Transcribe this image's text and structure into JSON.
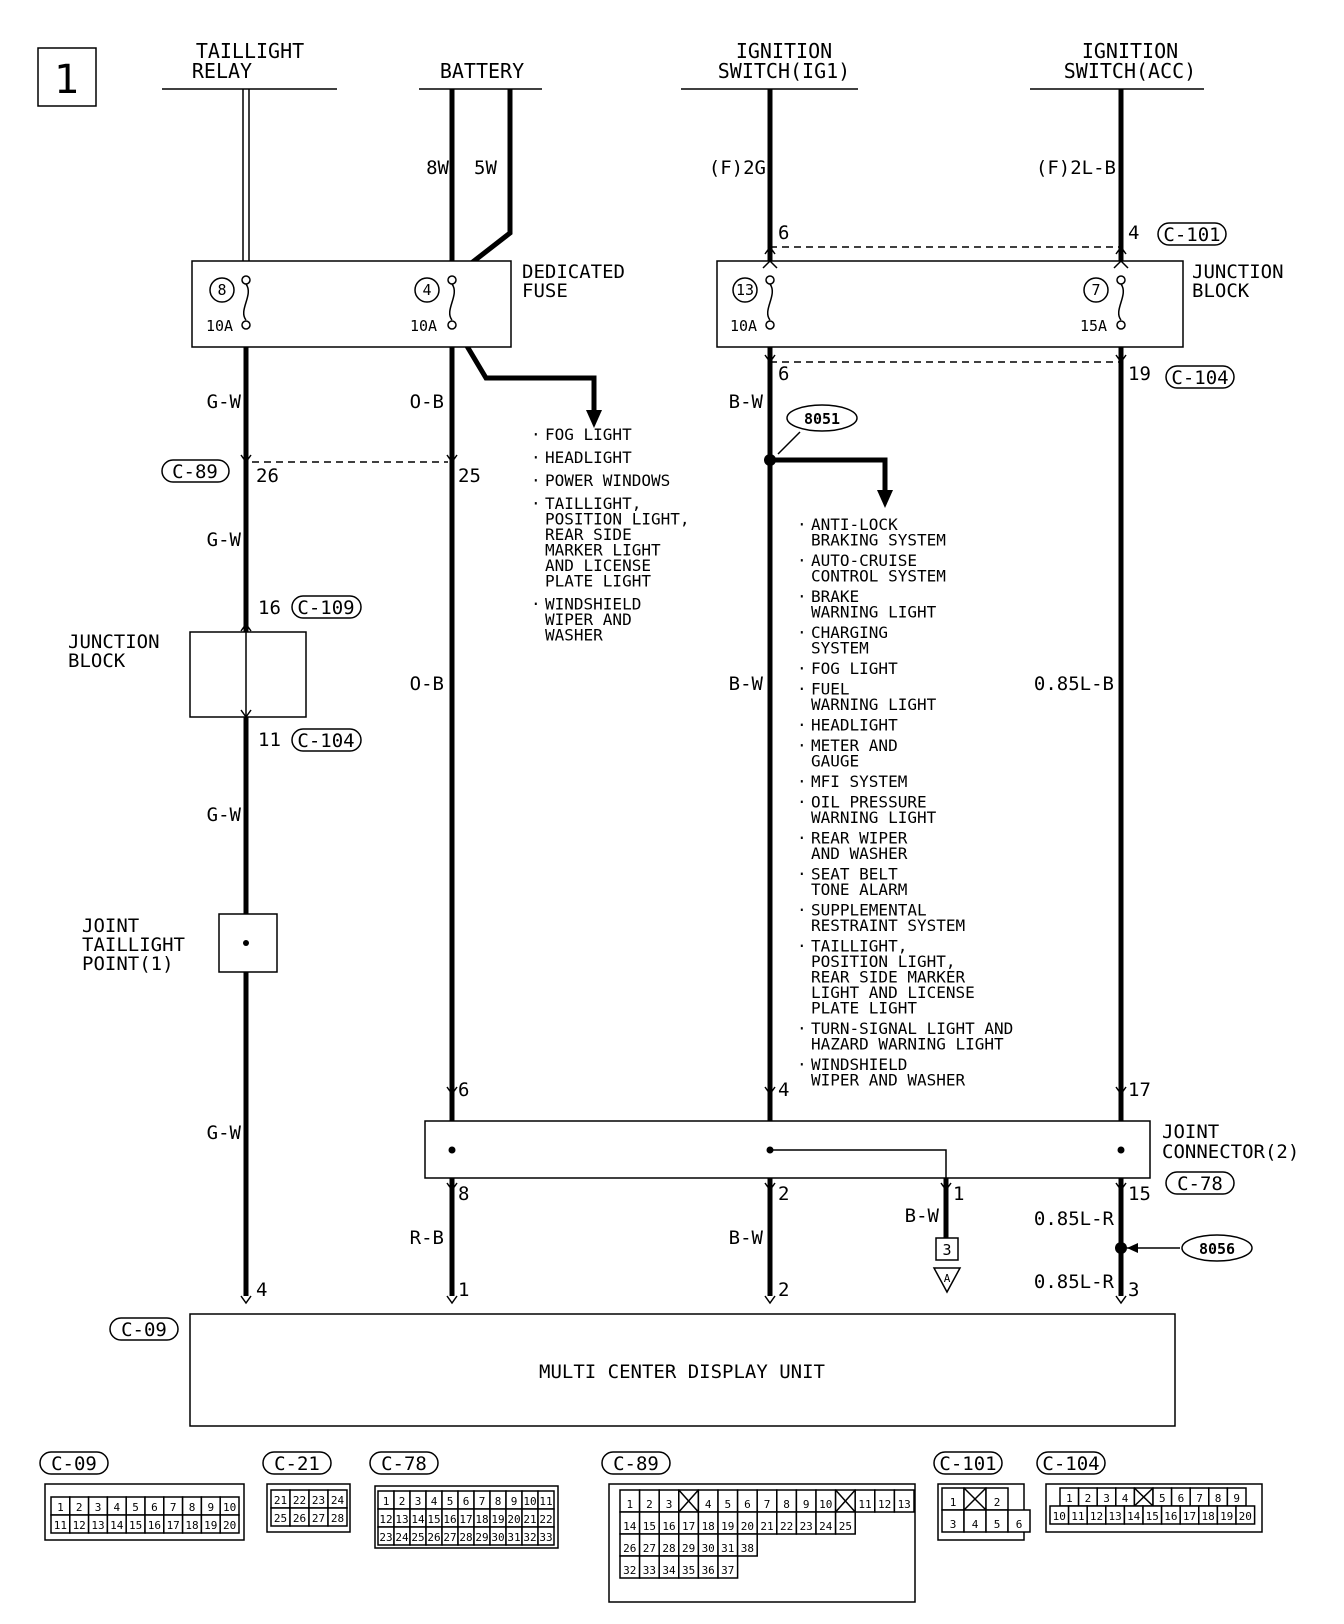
{
  "page_number": "1",
  "sources": {
    "taillight_relay": [
      "TAILLIGHT",
      "RELAY"
    ],
    "battery": "BATTERY",
    "ign_ig1": [
      "IGNITION",
      "SWITCH(IG1)"
    ],
    "ign_acc": [
      "IGNITION",
      "SWITCH(ACC)"
    ]
  },
  "wires": {
    "w8w": "8W",
    "w5w": "5W",
    "f2g": "(F)2G",
    "f2lb": "(F)2L-B",
    "gw": "G-W",
    "ob": "O-B",
    "bw": "B-W",
    "lb085": "0.85L-B",
    "rb": "R-B",
    "lr085": "0.85L-R"
  },
  "connectors": {
    "c101": "C-101",
    "c104": "C-104",
    "c89": "C-89",
    "c109": "C-109",
    "c78": "C-78",
    "c09": "C-09",
    "c21": "C-21"
  },
  "pins": {
    "p6": "6",
    "p4": "4",
    "p19": "19",
    "p26": "26",
    "p25": "25",
    "p16": "16",
    "p11": "11",
    "p17": "17",
    "p8": "8",
    "p2": "2",
    "p1": "1",
    "p15": "15",
    "p3": "3"
  },
  "fuses": {
    "f8": "8",
    "f4": "4",
    "f13": "13",
    "f7": "7",
    "a10": "10A",
    "a15": "15A"
  },
  "blocks": {
    "dedicated_fuse": [
      "DEDICATED",
      "FUSE"
    ],
    "junction_block": [
      "JUNCTION",
      "BLOCK"
    ],
    "joint_taillight": [
      "JOINT",
      "TAILLIGHT",
      "POINT(1)"
    ],
    "joint_connector": [
      "JOINT",
      "CONNECTOR(2)"
    ],
    "display_unit": "MULTI CENTER DISPLAY UNIT"
  },
  "splices": {
    "s051": "8051",
    "s056": "8056"
  },
  "ref_box": "3",
  "ref_arrow": "A",
  "list_battery": [
    [
      "FOG LIGHT"
    ],
    [
      "HEADLIGHT"
    ],
    [
      "POWER WINDOWS"
    ],
    [
      "TAILLIGHT,",
      "POSITION LIGHT,",
      "REAR SIDE",
      "MARKER LIGHT",
      "AND LICENSE",
      "PLATE LIGHT"
    ],
    [
      "WINDSHIELD",
      "WIPER AND",
      "WASHER"
    ]
  ],
  "list_ig1": [
    [
      "ANTI-LOCK",
      "BRAKING SYSTEM"
    ],
    [
      "AUTO-CRUISE",
      "CONTROL SYSTEM"
    ],
    [
      "BRAKE",
      "WARNING LIGHT"
    ],
    [
      "CHARGING",
      "SYSTEM"
    ],
    [
      "FOG LIGHT"
    ],
    [
      "FUEL",
      "WARNING LIGHT"
    ],
    [
      "HEADLIGHT"
    ],
    [
      "METER AND",
      "GAUGE"
    ],
    [
      "MFI SYSTEM"
    ],
    [
      "OIL PRESSURE",
      "WARNING LIGHT"
    ],
    [
      "REAR WIPER",
      "AND WASHER"
    ],
    [
      "SEAT BELT",
      "TONE ALARM"
    ],
    [
      "SUPPLEMENTAL",
      "RESTRAINT SYSTEM"
    ],
    [
      "TAILLIGHT,",
      "POSITION LIGHT,",
      "REAR SIDE MARKER",
      "LIGHT AND LICENSE",
      "PLATE LIGHT"
    ],
    [
      "TURN-SIGNAL LIGHT AND",
      "HAZARD WARNING LIGHT"
    ],
    [
      "WINDSHIELD",
      "WIPER AND WASHER"
    ]
  ],
  "face_labels": [
    "C-09",
    "C-21",
    "C-78",
    "C-89",
    "C-101",
    "C-104"
  ],
  "faces": {
    "c09": [
      [
        "1",
        "2",
        "3",
        "4",
        "5",
        "6",
        "7",
        "8",
        "9",
        "10"
      ],
      [
        "11",
        "12",
        "13",
        "14",
        "15",
        "16",
        "17",
        "18",
        "19",
        "20"
      ]
    ],
    "c21": [
      [
        "21",
        "22",
        "23",
        "24"
      ],
      [
        "25",
        "26",
        "27",
        "28"
      ]
    ],
    "c78": [
      [
        "1",
        "2",
        "3",
        "4",
        "5",
        "6",
        "7",
        "8",
        "9",
        "10",
        "11"
      ],
      [
        "12",
        "13",
        "14",
        "15",
        "16",
        "17",
        "18",
        "19",
        "20",
        "21",
        "22"
      ],
      [
        "23",
        "24",
        "25",
        "26",
        "27",
        "28",
        "29",
        "30",
        "31",
        "32",
        "33"
      ]
    ],
    "c89": [
      [
        "1",
        "2",
        "3",
        "",
        "4",
        "5",
        "6",
        "7",
        "8",
        "9",
        "10",
        "",
        "11",
        "12",
        "13"
      ],
      [
        "14",
        "15",
        "16",
        "17",
        "18",
        "19",
        "20",
        "21",
        "22",
        "23",
        "24",
        "25"
      ],
      [
        "26",
        "27",
        "28",
        "29",
        "30",
        "31",
        "38"
      ],
      [
        "32",
        "33",
        "34",
        "35",
        "36",
        "37"
      ]
    ],
    "c101": [
      [
        "1",
        "",
        "2"
      ],
      [
        "3",
        "4",
        "5",
        "6"
      ]
    ],
    "c104": [
      [
        "1",
        "2",
        "3",
        "4",
        "",
        "5",
        "6",
        "7",
        "8",
        "9"
      ],
      [
        "10",
        "11",
        "12",
        "13",
        "14",
        "15",
        "16",
        "17",
        "18",
        "19",
        "20"
      ]
    ]
  }
}
